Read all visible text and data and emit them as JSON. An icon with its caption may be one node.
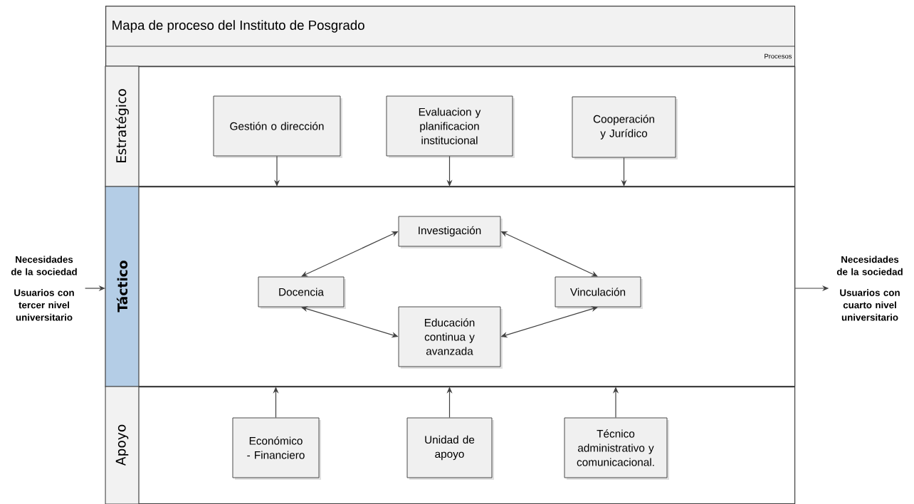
{
  "diagram": {
    "nodes": [
      {
        "text": [
          "Mapa de proceso del Instituto de Posgrado",
          "Procesos"
        ]
      },
      {
        "text": [
          "Estratégico"
        ],
        "in": 0
      },
      {
        "text": [
          "Gestión o dirección"
        ],
        "in": 1
      },
      {
        "text": [
          "Evaluacion y planificacion institucional"
        ],
        "in": 1
      },
      {
        "text": [
          "Cooperación y Jurídico"
        ],
        "in": 1
      },
      {
        "text": [
          "Táctico"
        ],
        "in": 0
      },
      {
        "text": [
          "Investigación"
        ],
        "in": 5
      },
      {
        "text": [
          "Docencia"
        ],
        "in": 5
      },
      {
        "text": [
          "Vinculación"
        ],
        "in": 5
      },
      {
        "text": [
          "Educación continua y avanzada"
        ],
        "in": 5
      },
      {
        "text": [
          "Apoyo"
        ],
        "in": 0
      },
      {
        "text": [
          "Económico - Financiero"
        ],
        "in": 10
      },
      {
        "text": [
          "Unidad de apoyo"
        ],
        "in": 10
      },
      {
        "text": [
          "Técnico administrativo y comunicacional."
        ],
        "in": 10
      },
      {
        "text": [
          "Necesidades de la sociedad",
          "Usuarios con tercer nivel universitario"
        ]
      },
      {
        "text": [
          "Necesidades de la sociedad",
          "Usuarios con cuarto nivel universitario"
        ]
      }
    ],
    "edges": [
      {
        "from": 2,
        "to": 5,
        "arrow": "to"
      },
      {
        "from": 3,
        "to": 5,
        "arrow": "to"
      },
      {
        "from": 4,
        "to": 5,
        "arrow": "to"
      },
      {
        "from": 7,
        "to": 6,
        "arrow": "both"
      },
      {
        "from": 7,
        "to": 9,
        "arrow": "both"
      },
      {
        "from": 6,
        "to": 8,
        "arrow": "both"
      },
      {
        "from": 9,
        "to": 8,
        "arrow": "both"
      },
      {
        "from": 11,
        "to": 5,
        "arrow": "to"
      },
      {
        "from": 12,
        "to": 5,
        "arrow": "to"
      },
      {
        "from": 13,
        "to": 5,
        "arrow": "to"
      },
      {
        "from": 14,
        "to": 5,
        "arrow": "to"
      },
      {
        "from": 5,
        "to": 15,
        "arrow": "to"
      }
    ]
  }
}
